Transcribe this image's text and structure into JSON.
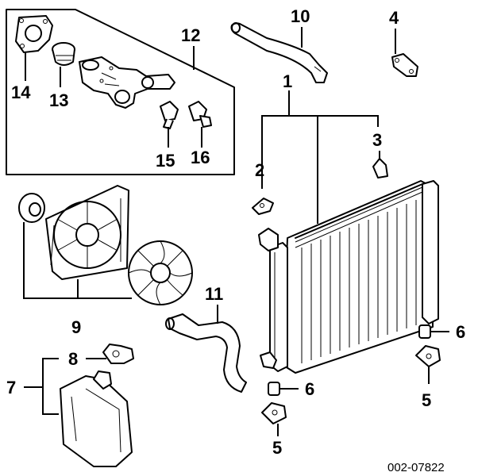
{
  "diagram": {
    "reference_code": "002-07822",
    "callouts": {
      "n1": "1",
      "n2": "2",
      "n3": "3",
      "n4": "4",
      "n5a": "5",
      "n5b": "5",
      "n6a": "6",
      "n6b": "6",
      "n7": "7",
      "n8": "8",
      "n9": "9",
      "n10": "10",
      "n11": "11",
      "n12": "12",
      "n13": "13",
      "n14": "14",
      "n15": "15",
      "n16": "16"
    }
  }
}
